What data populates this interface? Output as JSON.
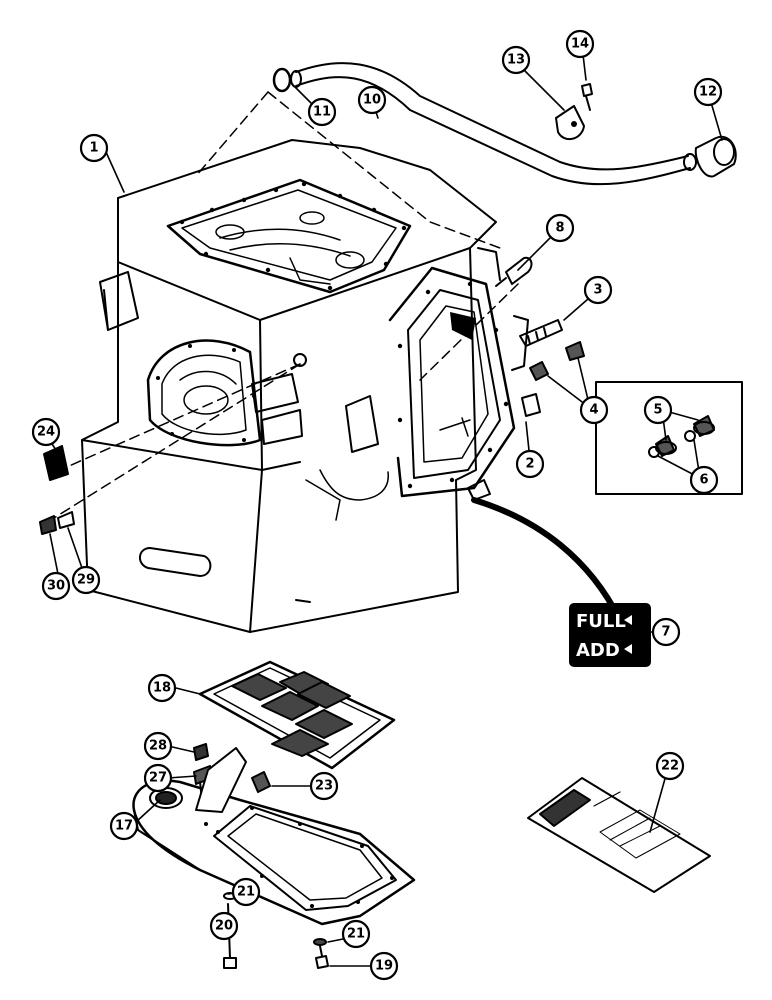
{
  "callouts": {
    "c1": "1",
    "c2": "2",
    "c3": "3",
    "c4": "4",
    "c5": "5",
    "c6": "6",
    "c7": "7",
    "c8": "8",
    "c10": "10",
    "c11": "11",
    "c12": "12",
    "c13": "13",
    "c14": "14",
    "c17": "17",
    "c18": "18",
    "c19": "19",
    "c20": "20",
    "c21a": "21",
    "c21b": "21",
    "c22": "22",
    "c23": "23",
    "c24": "24",
    "c27": "27",
    "c28": "28",
    "c29": "29",
    "c30": "30"
  },
  "gauge_label": {
    "full": "FULL",
    "add": "ADD"
  }
}
